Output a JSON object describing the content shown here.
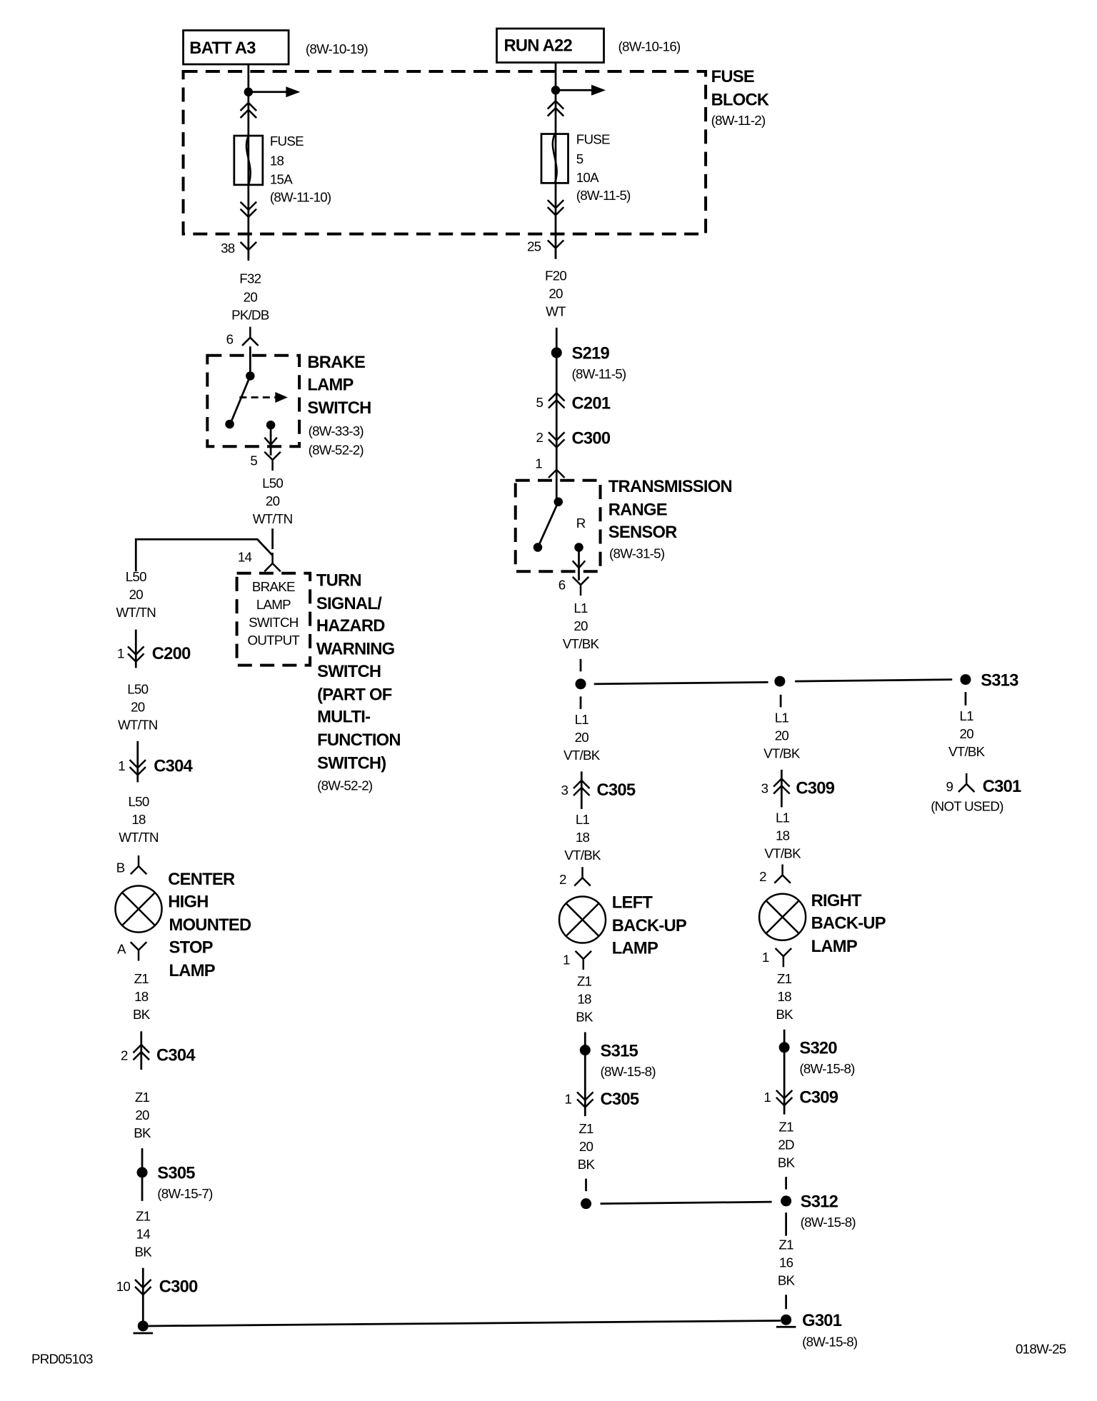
{
  "header": {
    "batt": "BATT A3",
    "batt_ref": "(8W-10-19)",
    "run": "RUN A22",
    "run_ref": "(8W-10-16)"
  },
  "fuse_block": {
    "title": [
      "FUSE",
      "BLOCK"
    ],
    "ref": "(8W-11-2)",
    "fuse18": [
      "FUSE",
      "18",
      "15A",
      "(8W-11-10)"
    ],
    "fuse5": [
      "FUSE",
      "5",
      "10A",
      "(8W-11-5)"
    ],
    "pin38": "38",
    "pin25": "25"
  },
  "wires": {
    "f32": [
      "F32",
      "20",
      "PK/DB"
    ],
    "f20": [
      "F20",
      "20",
      "WT"
    ],
    "l50_a": [
      "L50",
      "20",
      "WT/TN"
    ],
    "l50_b": [
      "L50",
      "20",
      "WT/TN"
    ],
    "l50_c": [
      "L50",
      "20",
      "WT/TN"
    ],
    "l50_d": [
      "L50",
      "18",
      "WT/TN"
    ],
    "z1_a": [
      "Z1",
      "18",
      "BK"
    ],
    "z1_b": [
      "Z1",
      "20",
      "BK"
    ],
    "z1_c": [
      "Z1",
      "14",
      "BK"
    ],
    "l1_a": [
      "L1",
      "20",
      "VT/BK"
    ],
    "l1_b": [
      "L1",
      "20",
      "VT/BK"
    ],
    "l1_c": [
      "L1",
      "20",
      "VT/BK"
    ],
    "l1_d": [
      "L1",
      "20",
      "VT/BK"
    ],
    "l1_e": [
      "L1",
      "18",
      "VT/BK"
    ],
    "l1_f": [
      "L1",
      "18",
      "VT/BK"
    ],
    "z1_d": [
      "Z1",
      "18",
      "BK"
    ],
    "z1_e": [
      "Z1",
      "20",
      "BK"
    ],
    "z1_f": [
      "Z1",
      "18",
      "BK"
    ],
    "z1_g": [
      "Z1",
      "2D",
      "BK"
    ],
    "z1_h": [
      "Z1",
      "16",
      "BK"
    ]
  },
  "brake_switch": {
    "pin_in": "6",
    "pin_out": "5",
    "name": [
      "BRAKE",
      "LAMP",
      "SWITCH"
    ],
    "refs": [
      "(8W-33-3)",
      "(8W-52-2)"
    ]
  },
  "turn_switch": {
    "pin": "14",
    "inner": [
      "BRAKE",
      "LAMP",
      "SWITCH",
      "OUTPUT"
    ],
    "name": [
      "TURN",
      "SIGNAL/",
      "HAZARD",
      "WARNING",
      "SWITCH",
      "(PART OF",
      "MULTI-",
      "FUNCTION",
      "SWITCH)"
    ],
    "ref": "(8W-52-2)"
  },
  "trs": {
    "pin_in": "1",
    "pin_out": "6",
    "pos": "R",
    "name": [
      "TRANSMISSION",
      "RANGE",
      "SENSOR"
    ],
    "ref": "(8W-31-5)"
  },
  "connectors": {
    "c200": {
      "pin": "1",
      "name": "C200"
    },
    "c304a": {
      "pin": "1",
      "name": "C304"
    },
    "c304b": {
      "pin": "2",
      "name": "C304"
    },
    "c300a": {
      "pin": "10",
      "name": "C300"
    },
    "c201": {
      "pin": "5",
      "name": "C201"
    },
    "c300b": {
      "pin": "2",
      "name": "C300"
    },
    "c305a": {
      "pin": "3",
      "name": "C305"
    },
    "c305b": {
      "pin": "1",
      "name": "C305"
    },
    "c309a": {
      "pin": "3",
      "name": "C309"
    },
    "c309b": {
      "pin": "1",
      "name": "C309"
    },
    "c301": {
      "pin": "9",
      "name": "C301",
      "note": "(NOT USED)"
    }
  },
  "splices": {
    "s219": {
      "name": "S219",
      "ref": "(8W-11-5)"
    },
    "s305": {
      "name": "S305",
      "ref": "(8W-15-7)"
    },
    "s313": {
      "name": "S313"
    },
    "s315": {
      "name": "S315",
      "ref": "(8W-15-8)"
    },
    "s320": {
      "name": "S320",
      "ref": "(8W-15-8)"
    },
    "s312": {
      "name": "S312",
      "ref": "(8W-15-8)"
    },
    "g301": {
      "name": "G301",
      "ref": "(8W-15-8)"
    }
  },
  "lamps": {
    "chmsl": {
      "pin_top": "B",
      "pin_bottom": "A",
      "name": [
        "CENTER",
        "HIGH",
        "MOUNTED",
        "STOP",
        "LAMP"
      ]
    },
    "left": {
      "pin_top": "2",
      "pin_bottom": "1",
      "name": [
        "LEFT",
        "BACK-UP",
        "LAMP"
      ]
    },
    "right": {
      "pin_top": "2",
      "pin_bottom": "1",
      "name": [
        "RIGHT",
        "BACK-UP",
        "LAMP"
      ]
    }
  },
  "footer": {
    "left": "PRD05103",
    "right": "018W-25"
  }
}
